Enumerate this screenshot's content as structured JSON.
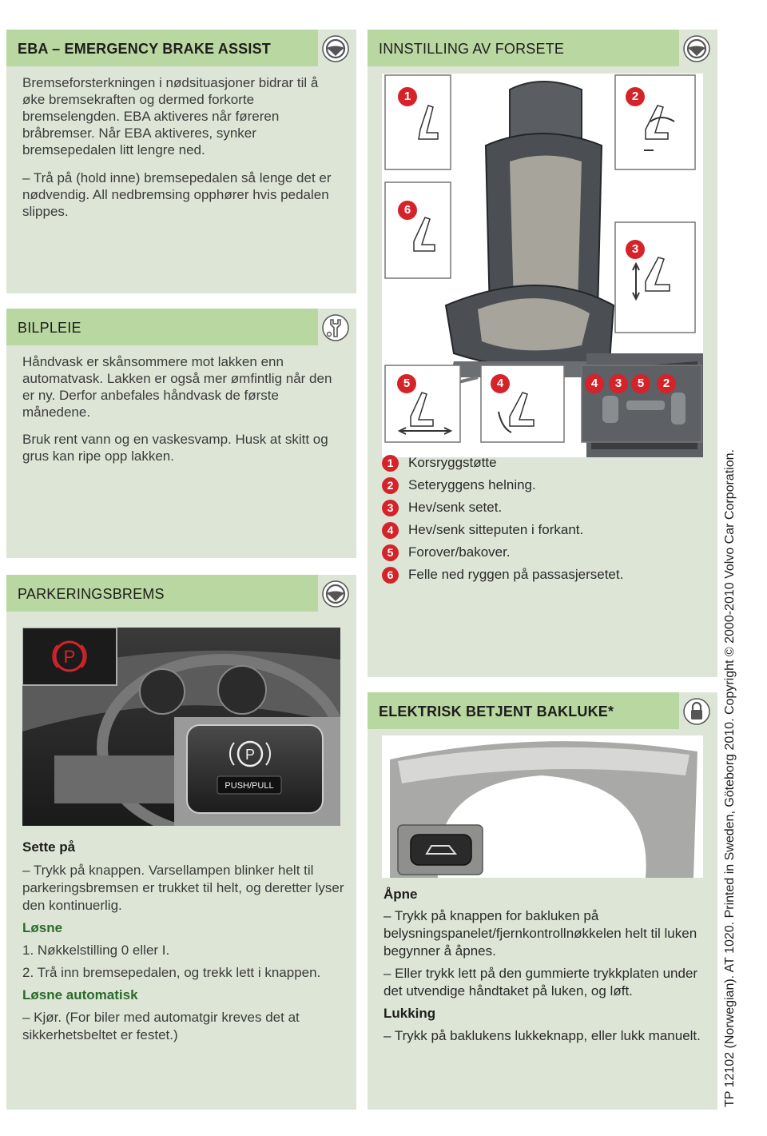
{
  "eba": {
    "title": "EBA – EMERGENCY BRAKE ASSIST",
    "icon": "steering-wheel-icon",
    "p1": "Bremseforsterkningen i nødsituasjoner bidrar til å øke bremsekraften og dermed forkorte bremselengden. EBA aktiveres når føreren bråbremser. Når EBA aktiveres, synker bremsepedalen litt lengre ned.",
    "p2": "– Trå på (hold inne) bremsepedalen så lenge det er nødvendig. All nedbremsing opphører hvis pedalen slippes."
  },
  "bilpleie": {
    "title": "BILPLEIE",
    "icon": "wrench-icon",
    "p1": "Håndvask er skånsommere mot lakken enn automatvask. Lakken er også mer ømfintlig når den er ny. Derfor anbefales håndvask de første månedene.",
    "p2": "Bruk rent vann og en vaskesvamp. Husk at skitt og grus kan ripe opp lakken."
  },
  "park": {
    "title": "PARKERINGSBREMS",
    "icon": "steering-wheel-icon",
    "button_label": "PUSH/PULL",
    "h1": "Sette på",
    "s1": "– Trykk på knappen. Varsellampen blinker helt til parkeringsbremsen er trukket til helt, og deretter lyser den kontinuerlig.",
    "h2": "Løsne",
    "l1": "1. Nøkkelstilling 0 eller I.",
    "l2": "2. Trå inn bremsepedalen, og trekk lett i knappen.",
    "h3": "Løsne automatisk",
    "s3": "– Kjør. (For biler med automatgir kreves det at sikkerhetsbeltet er festet.)"
  },
  "seat": {
    "title": "INNSTILLING AV FORSETE",
    "icon": "steering-wheel-icon",
    "badges": [
      "1",
      "2",
      "6",
      "3",
      "5",
      "4",
      "4",
      "3",
      "5",
      "2"
    ],
    "items": [
      {
        "n": "1",
        "text": "Korsryggstøtte"
      },
      {
        "n": "2",
        "text": "Seteryggens helning."
      },
      {
        "n": "3",
        "text": "Hev/senk setet."
      },
      {
        "n": "4",
        "text": "Hev/senk sitteputen i forkant."
      },
      {
        "n": "5",
        "text": "Forover/bakover."
      },
      {
        "n": "6",
        "text": "Felle ned ryggen på passasjersetet."
      }
    ]
  },
  "tail": {
    "title": "ELEKTRISK BETJENT BAKLUKE*",
    "icon": "lock-icon",
    "h1": "Åpne",
    "s1": "– Trykk på knappen for bakluken på belysningspanelet/fjernkontrollnøkkelen helt til luken begynner å åpnes.",
    "s2": "– Eller trykk lett på den gummierte trykkplaten under det utvendige håndtaket på luken, og løft.",
    "h2": "Lukking",
    "s3": "– Trykk på baklukens lukkeknapp, eller lukk manuelt."
  },
  "footer": "TP 12102 (Norwegian). AT 1020. Printed in Sweden, Göteborg 2010. Copyright © 2000-2010 Volvo Car Corporation.",
  "colors": {
    "header": "#b9d7a1",
    "panel": "#dde6d6",
    "accent": "#d5232a"
  }
}
